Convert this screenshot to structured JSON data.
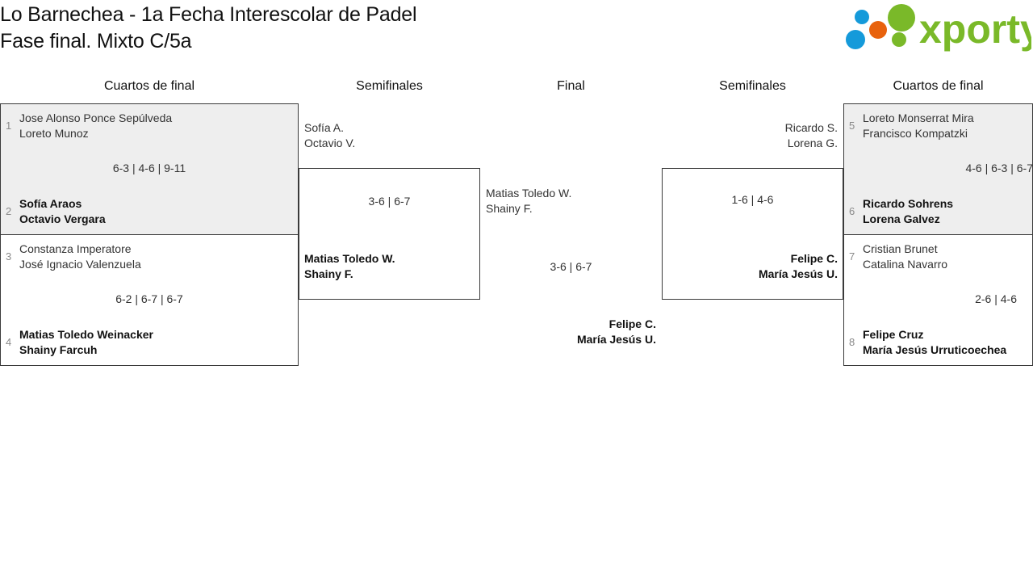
{
  "header": {
    "title_line1": "Lo Barnechea - 1a Fecha Interescolar de Padel",
    "title_line2": "Fase final. Mixto C/5a",
    "logo_text": "xporty",
    "logo_colors": {
      "green": "#7ab929",
      "orange": "#e8620c",
      "blue": "#159ada"
    }
  },
  "rounds": [
    {
      "id": "qf-left",
      "label": "Cuartos de final"
    },
    {
      "id": "sf-left",
      "label": "Semifinales"
    },
    {
      "id": "final",
      "label": "Final"
    },
    {
      "id": "sf-right",
      "label": "Semifinales"
    },
    {
      "id": "qf-right",
      "label": "Cuartos de final"
    }
  ],
  "matches": {
    "qf1": {
      "top": {
        "seed": "1",
        "p1": "Jose Alonso Ponce Sepúlveda",
        "p2": "Loreto Munoz",
        "winner": false
      },
      "bottom": {
        "seed": "2",
        "p1": "Sofía Araos",
        "p2": "Octavio Vergara",
        "winner": true
      },
      "score": "6-3 | 4-6 | 9-11"
    },
    "qf2": {
      "top": {
        "seed": "3",
        "p1": "Constanza Imperatore",
        "p2": "José Ignacio Valenzuela",
        "winner": false
      },
      "bottom": {
        "seed": "4",
        "p1": "Matias Toledo Weinacker",
        "p2": "Shainy Farcuh",
        "winner": true
      },
      "score": "6-2 | 6-7 | 6-7"
    },
    "qf3": {
      "top": {
        "seed": "5",
        "p1": "Loreto Monserrat Mira",
        "p2": "Francisco Kompatzki",
        "winner": false
      },
      "bottom": {
        "seed": "6",
        "p1": "Ricardo Sohrens",
        "p2": "Lorena Galvez",
        "winner": true
      },
      "score": "4-6 | 6-3 | 6-7"
    },
    "qf4": {
      "top": {
        "seed": "7",
        "p1": "Cristian Brunet",
        "p2": "Catalina Navarro",
        "winner": false
      },
      "bottom": {
        "seed": "8",
        "p1": "Felipe Cruz",
        "p2": "María Jesús Urruticoechea",
        "winner": true
      },
      "score": "2-6 | 4-6"
    },
    "sf1": {
      "top": {
        "p1": "Sofía A.",
        "p2": "Octavio V.",
        "winner": false
      },
      "bottom": {
        "p1": "Matias Toledo W.",
        "p2": "Shainy F.",
        "winner": true
      },
      "score": "3-6 | 6-7"
    },
    "sf2": {
      "top": {
        "p1": "Ricardo S.",
        "p2": "Lorena G.",
        "winner": false
      },
      "bottom": {
        "p1": "Felipe C.",
        "p2": "María Jesús U.",
        "winner": true
      },
      "score": "1-6 | 4-6"
    },
    "final": {
      "top": {
        "p1": "Matias Toledo W.",
        "p2": "Shainy F.",
        "winner": false
      },
      "bottom": {
        "p1": "Felipe C.",
        "p2": "María Jesús U.",
        "winner": true
      },
      "score": "3-6 | 6-7"
    }
  }
}
